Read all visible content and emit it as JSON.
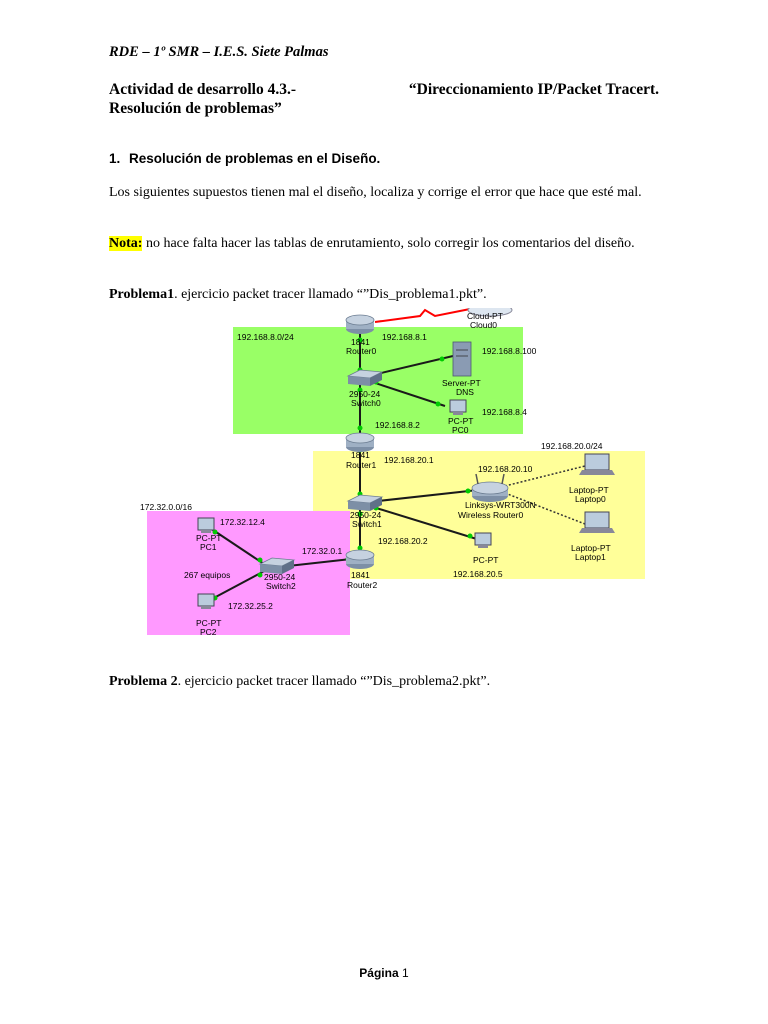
{
  "header": "RDE – 1º SMR – I.E.S. Siete Palmas",
  "title": {
    "line1_left": "Actividad de desarrollo 4.3.-",
    "line1_right": "“Direccionamiento IP/Packet Tracert.",
    "line2": "Resolución de problemas”"
  },
  "section": {
    "number": "1.",
    "text": "Resolución de problemas en el Diseño."
  },
  "intro": "Los siguientes supuestos tienen mal el diseño, localiza y corrige  el error que hace que esté mal.",
  "nota": {
    "label": "Nota:",
    "text": " no hace falta hacer las tablas de enrutamiento, solo corregir los comentarios del diseño."
  },
  "problema1": {
    "label": "Problema1",
    "text": ". ejercicio packet tracer llamado “”Dis_problema1.pkt”."
  },
  "problema2": {
    "label": "Problema 2",
    "text": ". ejercicio packet tracer llamado “”Dis_problema2.pkt”."
  },
  "diagram": {
    "labels": {
      "net0": "192.168.8.0/24",
      "router0_type": "1841",
      "router0_name": "Router0",
      "router0_ip": "192.168.8.1",
      "cloud_type": "Cloud-PT",
      "cloud_name": "Cloud0",
      "server_ip": "192.168.8.100",
      "server_type": "Server-PT",
      "server_name": "DNS",
      "switch0_type": "2950-24",
      "switch0_name": "Switch0",
      "pc0_ip": "192.168.8.4",
      "pc0_type": "PC-PT",
      "pc0_name": "PC0",
      "router1_ip_low": "192.168.8.2",
      "router1_type": "1841",
      "router1_name": "Router1",
      "router1_ip": "192.168.20.1",
      "net20": "192.168.20.0/24",
      "wrt_ip": "192.168.20.10",
      "wrt_type": "Linksys-WRT300N",
      "wrt_name": "Wireless Router0",
      "laptop0_type": "Laptop-PT",
      "laptop0_name": "Laptop0",
      "laptop1_type": "Laptop-PT",
      "laptop1_name": "Laptop1",
      "switch1_type": "2950-24",
      "switch1_name": "Switch1",
      "router2_ip_up": "192.168.20.2",
      "pc_mid_type": "PC-PT",
      "pc_mid_ip": "192.168.20.5",
      "net172": "172.32.0.0/16",
      "pc1_ip": "172.32.12.4",
      "pc1_type": "PC-PT",
      "pc1_name": "PC1",
      "equipos": "267 equipos",
      "switch2_type": "2950-24",
      "switch2_name": "Switch2",
      "router2_ip": "172.32.0.1",
      "router2_type": "1841",
      "router2_name": "Router2",
      "pc2_ip": "172.32.25.2",
      "pc2_type": "PC-PT",
      "pc2_name": "PC2"
    },
    "colors": {
      "green_zone": "#99ff66",
      "yellow_zone": "#ffff99",
      "pink_zone": "#ff99ff",
      "link_dot": "#00cc00",
      "serial_link": "#ff0000"
    }
  },
  "footer": {
    "label": "Página",
    "number": "1"
  }
}
